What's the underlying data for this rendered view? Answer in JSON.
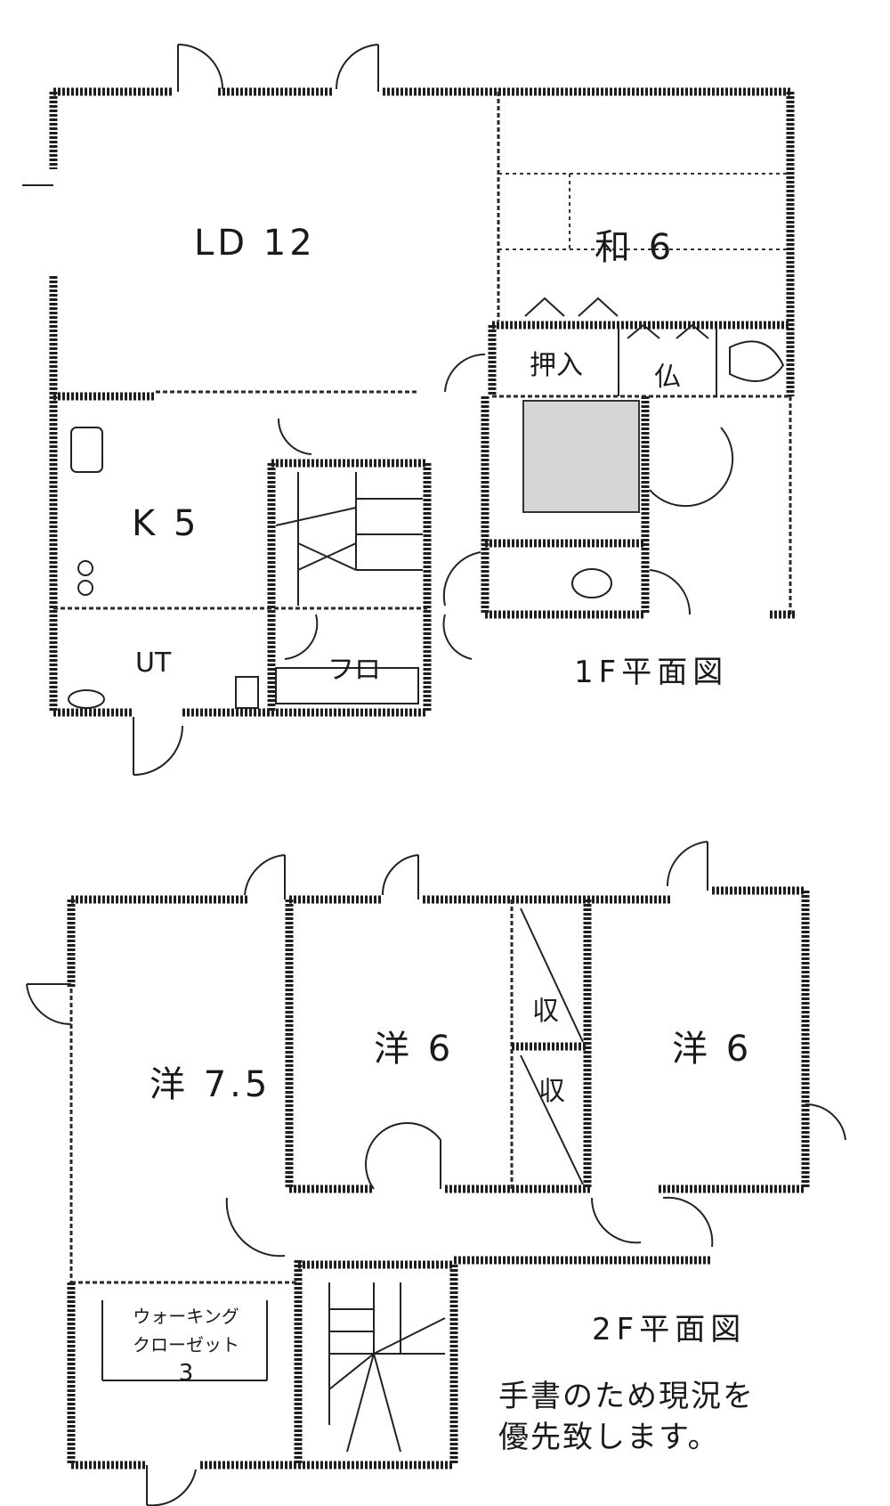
{
  "floor1": {
    "title": "1F平面図",
    "rooms": {
      "ld": "LD 12",
      "washitsu": "和 6",
      "oshiire": "押入",
      "butsudan": "仏",
      "kitchen": "K 5",
      "utility": "UT",
      "bath": "フロ"
    }
  },
  "floor2": {
    "title": "2F平面図",
    "rooms": {
      "western_a": "洋 7.5",
      "western_b": "洋 6",
      "western_c": "洋 6",
      "closet_a": "収",
      "closet_b": "収",
      "wic_line1": "ウォーキング",
      "wic_line2": "クローゼット",
      "wic_size": "3"
    }
  },
  "note": {
    "line1": "手書のため現況を",
    "line2": "優先致します。"
  }
}
